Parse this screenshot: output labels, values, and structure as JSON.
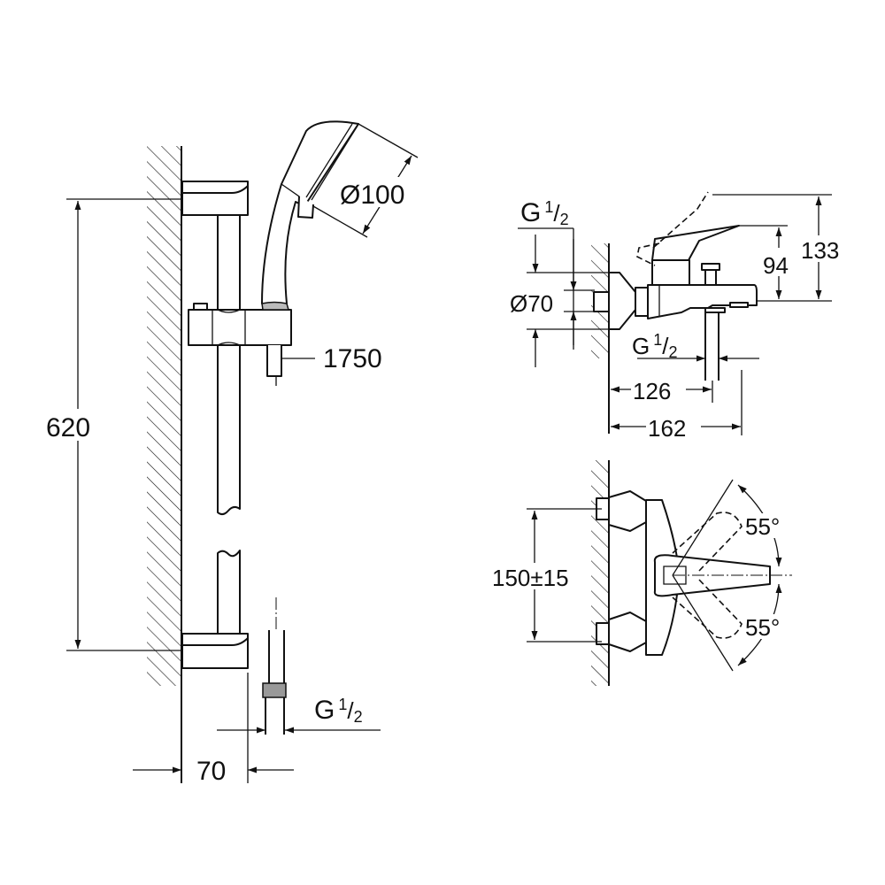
{
  "title": "Shower rail set and bath mixer dimension drawing",
  "shower_set": {
    "head_diameter": "Ø100",
    "hose_length": "1750",
    "rail_height": "620",
    "wall_offset": "70",
    "connection": {
      "letter": "G",
      "num": "1",
      "sep": "/",
      "den": "2"
    }
  },
  "bath_mixer_side": {
    "inlet": {
      "letter": "G",
      "num": "1",
      "sep": "/",
      "den": "2"
    },
    "flange_diameter": "Ø70",
    "outlet": {
      "letter": "G",
      "num": "1",
      "sep": "/",
      "den": "2"
    },
    "lever_height": "94",
    "total_height": "133",
    "outlet_projection": "126",
    "total_projection": "162"
  },
  "bath_mixer_top": {
    "centre_distance": "150±15",
    "angle_up": "55°",
    "angle_down": "55°"
  },
  "colors": {
    "line": "#111111",
    "background": "#ffffff"
  }
}
